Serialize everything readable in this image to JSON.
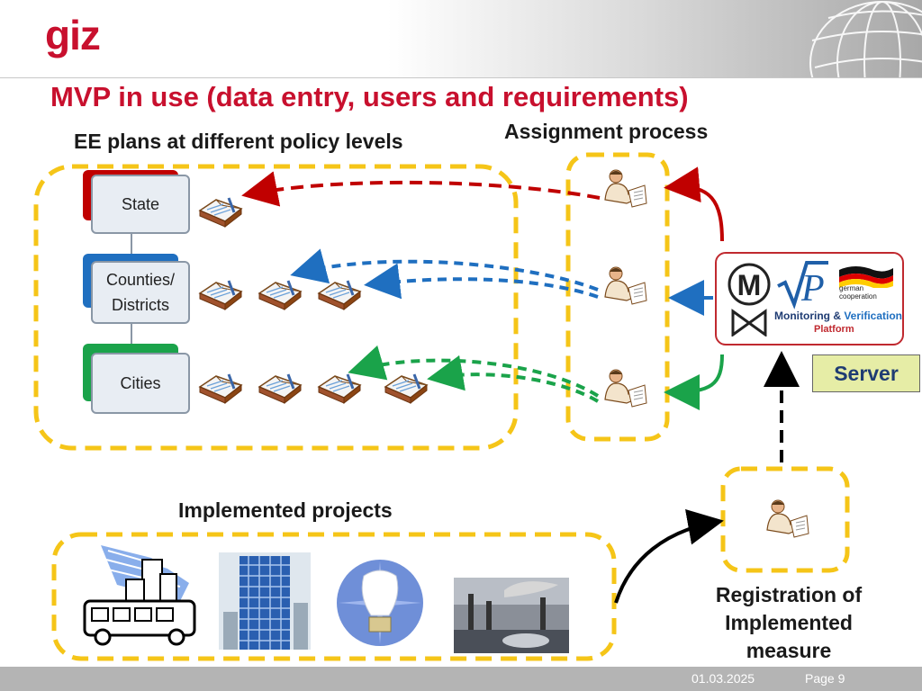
{
  "header": {
    "logo": "giz"
  },
  "title": "MVP in use (data entry, users and requirements)",
  "labels": {
    "ee_plans": "EE plans at different policy levels",
    "assignment": "Assignment process",
    "implemented": "Implemented projects",
    "registration": "Registration of Implemented measure"
  },
  "levels": [
    {
      "label": "State",
      "color": "#c00000"
    },
    {
      "label": "Counties/ Districts",
      "color": "#1f6fc0"
    },
    {
      "label": "Cities",
      "color": "#1aa34a"
    }
  ],
  "server_label": "Server",
  "mvp": {
    "monitoring": "Monitoring &",
    "verification": "Verification",
    "platform": "Platform",
    "partner_line1": "german",
    "partner_line2": "cooperation"
  },
  "footer": {
    "date": "01.03.2025",
    "page": "Page 9"
  },
  "colors": {
    "accent": "#c8102e",
    "dash_yellow": "#f5c518",
    "red_arrow": "#c00000",
    "blue_arrow": "#1f6fc0",
    "green_arrow": "#1aa34a"
  }
}
